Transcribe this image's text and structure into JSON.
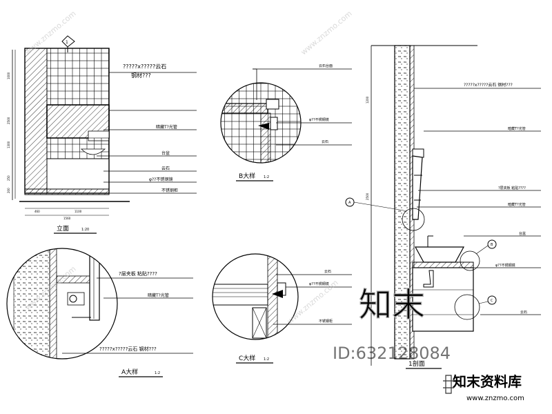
{
  "drawing": {
    "elevation": {
      "title": "立面",
      "scale": "1:20",
      "callouts": [
        "?????x?????云石",
        "钢材???",
        "暗藏T?光管",
        "台盆",
        "云石",
        "φ??不锈钢镜",
        "不锈钢柜"
      ],
      "dims_vertical": [
        "1000",
        "2500",
        "1300",
        "250",
        "200"
      ],
      "dims_horizontal": [
        "460",
        "1100",
        "1560"
      ]
    },
    "detail_a": {
      "title": "A大样",
      "scale": "1:2",
      "callouts": [
        "?层夹板 粘贴????",
        "暗藏T?光管",
        "?????x?????云石 钢材???"
      ]
    },
    "detail_b": {
      "title": "B大样",
      "scale": "1:2",
      "callouts": [
        "云石台面",
        "φ??不锈钢镜",
        "云石"
      ]
    },
    "detail_c": {
      "title": "C大样",
      "scale": "1:2",
      "callouts": [
        "云石",
        "φ??不锈钢镜",
        "不锈钢柜"
      ]
    },
    "section": {
      "title": "1剖面",
      "callouts": [
        "?????x?????云石 钢材???",
        "暗藏T?光管",
        "?层夹板 粘贴????",
        "暗藏T?光管",
        "台盆",
        "φ??不锈钢镜",
        "云石"
      ],
      "markers": [
        "A",
        "B",
        "C"
      ],
      "dims_vertical": [
        "1200",
        "2500"
      ]
    },
    "watermark": {
      "logo_text": "知末",
      "id_text": "ID:632128084",
      "brand_cn": "知末资料库",
      "brand_url": "www.znzmo.com",
      "diag_text": "www.znzmo.com"
    }
  }
}
